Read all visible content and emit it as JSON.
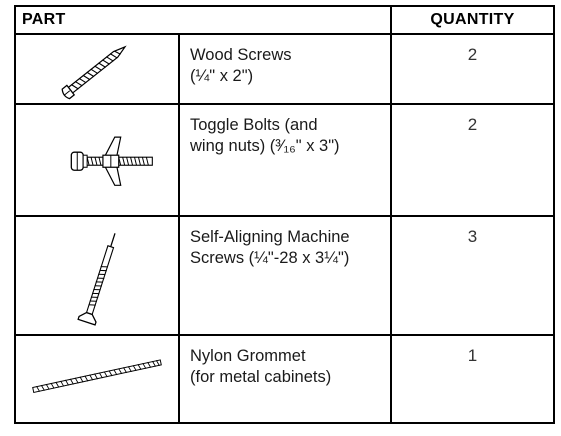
{
  "table": {
    "headers": {
      "part": "PART",
      "quantity": "QUANTITY"
    },
    "rows": [
      {
        "icon": "wood-screw-icon",
        "name_line1": "Wood Screws",
        "name_line2": "(¼\" x 2\")",
        "quantity": "2"
      },
      {
        "icon": "toggle-bolt-icon",
        "name_line1": "Toggle Bolts (and",
        "name_line2": "wing nuts) (³⁄₁₆\" x 3\")",
        "quantity": "2"
      },
      {
        "icon": "machine-screw-icon",
        "name_line1": "Self-Aligning Machine",
        "name_line2": "Screws (¼\"-28 x 3¼\")",
        "quantity": "3"
      },
      {
        "icon": "nylon-grommet-icon",
        "name_line1": "Nylon Grommet",
        "name_line2": "(for metal cabinets)",
        "quantity": "1"
      }
    ]
  }
}
